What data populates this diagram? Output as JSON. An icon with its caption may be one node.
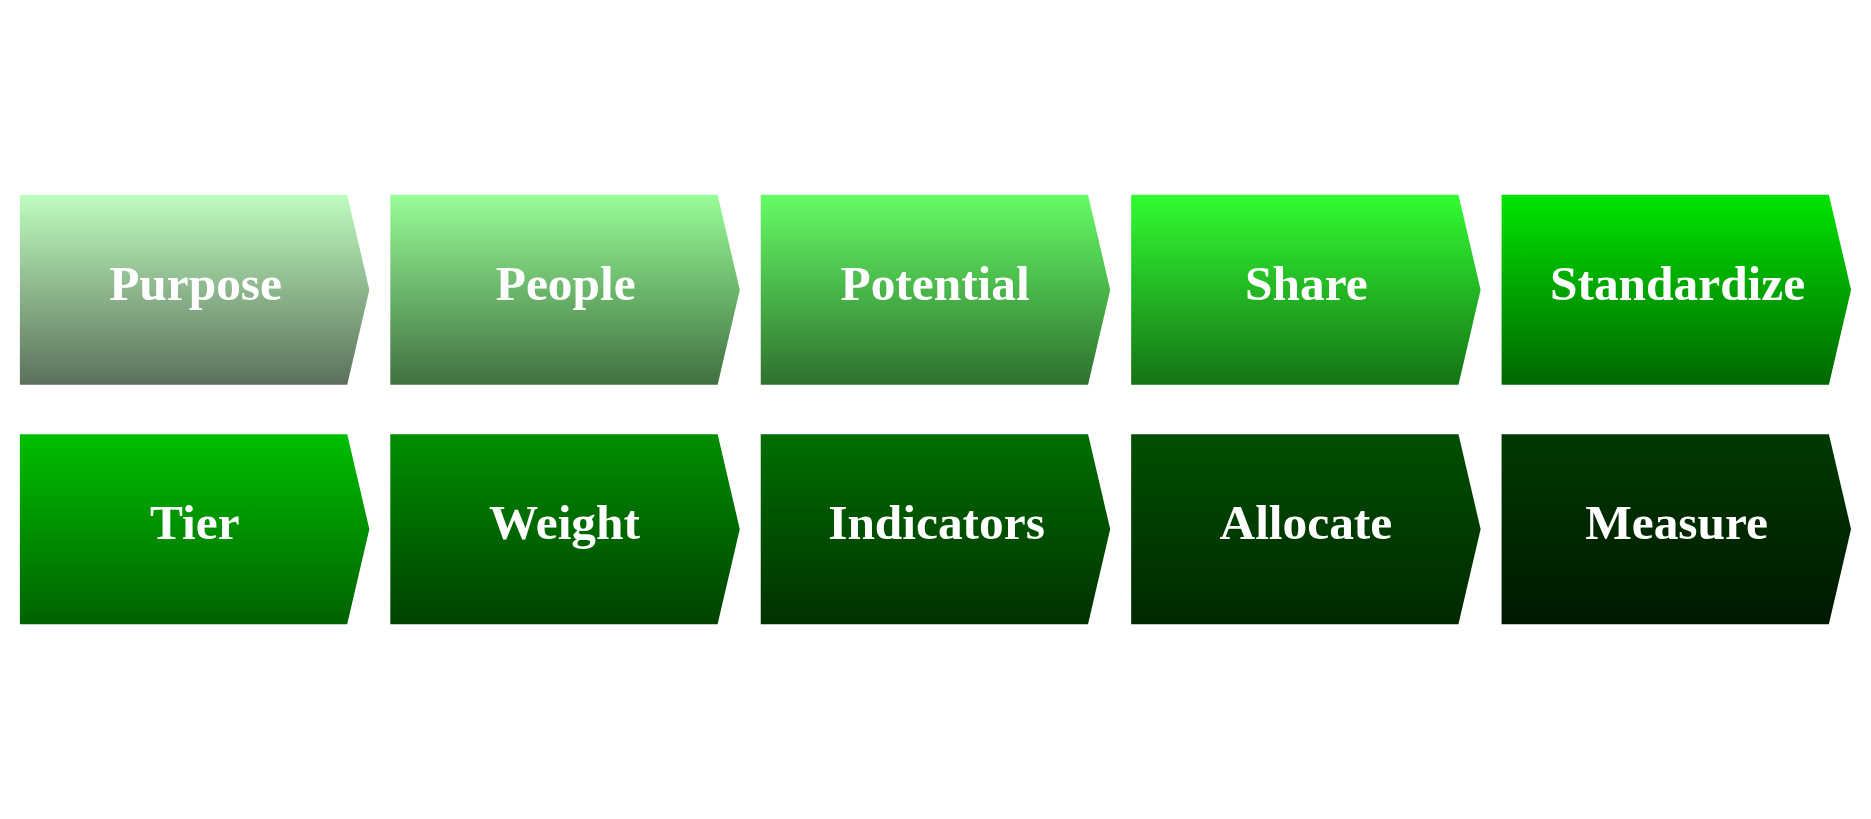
{
  "diagram": {
    "nodes": [
      {
        "text": [
          "Purpose"
        ]
      },
      {
        "text": [
          "People"
        ]
      },
      {
        "text": [
          "Potential"
        ]
      },
      {
        "text": [
          "Share"
        ]
      },
      {
        "text": [
          "Standardize"
        ]
      },
      {
        "text": [
          "Tier"
        ]
      },
      {
        "text": [
          "Weight"
        ]
      },
      {
        "text": [
          "Indicators"
        ]
      },
      {
        "text": [
          "Allocate"
        ]
      },
      {
        "text": [
          "Measure"
        ]
      }
    ]
  }
}
